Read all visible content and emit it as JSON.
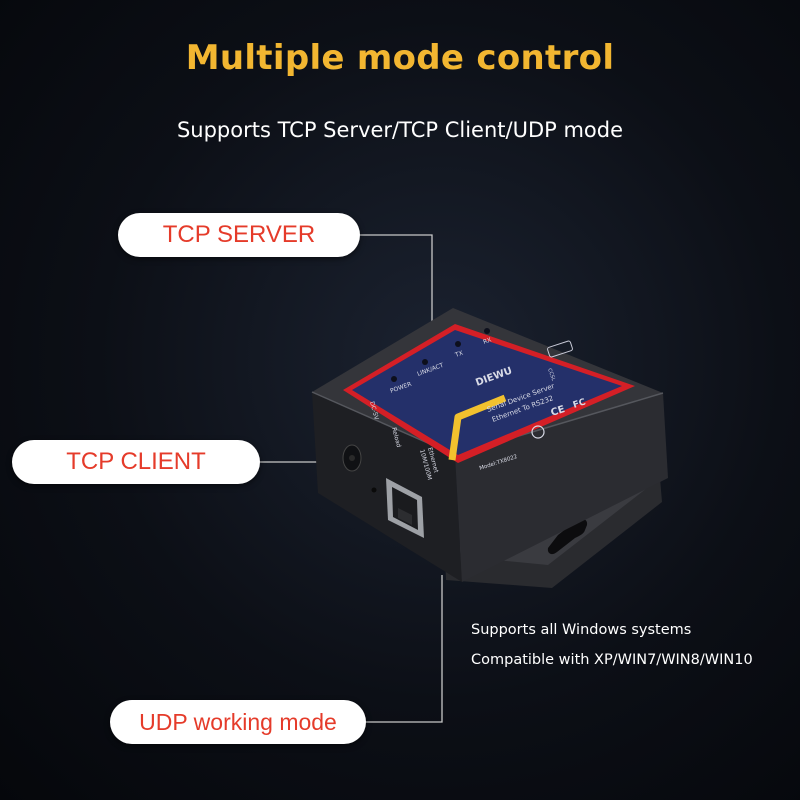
{
  "title": "Multiple mode control",
  "subtitle": "Supports TCP Server/TCP Client/UDP mode",
  "labels": {
    "tcp_server": "TCP SERVER",
    "tcp_client": "TCP CLIENT",
    "udp_mode": "UDP working mode"
  },
  "features": {
    "line1": "Supports all Windows systems",
    "line2": "Compatible with XP/WIN7/WIN8/WIN10"
  },
  "device": {
    "brand": "DIEWU",
    "product_line1": "Serial Device Server",
    "product_line2": "Ethernet To RS232",
    "model": "Model:TX8022",
    "led_power": "POWER",
    "led_link": "LINK/ACT",
    "led_tx": "TX",
    "led_rx": "RX",
    "dc_label": "DC-5V",
    "reload_label": "Reload",
    "ethernet_label": "Ethernet",
    "ethernet_speed": "10M/100M",
    "port_label": "CCSL",
    "cert_ce": "CE",
    "cert_fc": "FC"
  },
  "colors": {
    "title": "#f2b631",
    "pill_text": "#e53b2a",
    "panel": "#24306a",
    "trace": "#f2c12e",
    "border_red": "#e2242a"
  }
}
